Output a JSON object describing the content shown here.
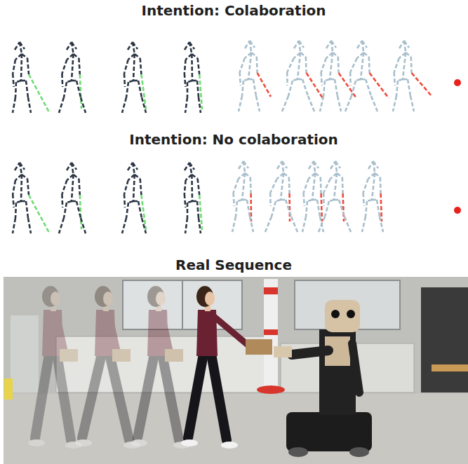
{
  "diagram": {
    "labels": [
      "Intention: Colaboration",
      "Intention: No colaboration",
      "Real Sequence"
    ]
  }
}
